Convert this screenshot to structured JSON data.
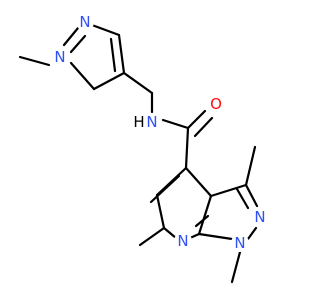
{
  "molecule": {
    "colors": {
      "bond": "#000000",
      "nitrogen": "#3050F8",
      "oxygen": "#FF0D0D",
      "background": "#ffffff"
    },
    "atoms": {
      "n_methyl_pyrazole_n1": "N",
      "n_pyrazole_n2": "N",
      "n_amide": "N",
      "h_amide": "H",
      "o_carbonyl": "O",
      "n_bicyclic_n2": "N",
      "n_bicyclic_n1": "N",
      "n_pyridine": "N"
    }
  }
}
